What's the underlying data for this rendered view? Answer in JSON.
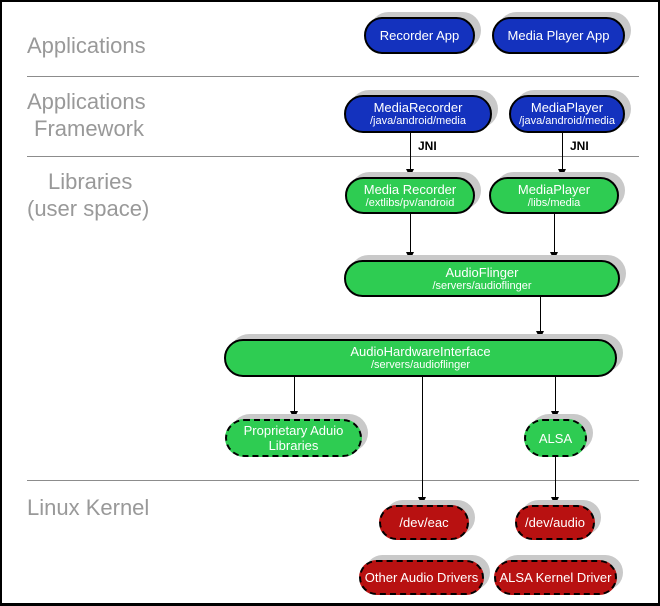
{
  "sections": {
    "applications": {
      "label": "Applications"
    },
    "framework": {
      "label_line1": "Applications",
      "label_line2": "Framework"
    },
    "libraries": {
      "label_line1": "Libraries",
      "label_line2": "(user space)"
    },
    "kernel": {
      "label": "Linux Kernel"
    }
  },
  "nodes": {
    "recorder_app": {
      "label": "Recorder App"
    },
    "media_player_app": {
      "label": "Media Player App"
    },
    "media_recorder_fw": {
      "label": "MediaRecorder",
      "path": "/java/android/media"
    },
    "media_player_fw": {
      "label": "MediaPlayer",
      "path": "/java/android/media"
    },
    "media_recorder_lib": {
      "label": "Media Recorder",
      "path": "/extlibs/pv/android"
    },
    "media_player_lib": {
      "label": "MediaPlayer",
      "path": "/libs/media"
    },
    "audio_flinger": {
      "label": "AudioFlinger",
      "path": "/servers/audioflinger"
    },
    "audio_hardware_interface": {
      "label": "AudioHardwareInterface",
      "path": "/servers/audioflinger"
    },
    "proprietary_audio_libraries": {
      "label_line1": "Proprietary Aduio",
      "label_line2": "Libraries"
    },
    "alsa": {
      "label": "ALSA"
    },
    "dev_eac": {
      "label": "/dev/eac"
    },
    "dev_audio": {
      "label": "/dev/audio"
    },
    "other_audio_drivers": {
      "label": "Other Audio Drivers"
    },
    "alsa_kernel_driver": {
      "label": "ALSA Kernel Driver"
    }
  },
  "connectors": {
    "jni_left_label": "JNI",
    "jni_right_label": "JNI"
  },
  "colors": {
    "node_blue": "#1432be",
    "node_green": "#2ecc52",
    "node_red": "#b81111",
    "shadow_gray": "#c9c9c9",
    "label_gray": "#999999",
    "separator_gray": "#8c8c8c"
  }
}
